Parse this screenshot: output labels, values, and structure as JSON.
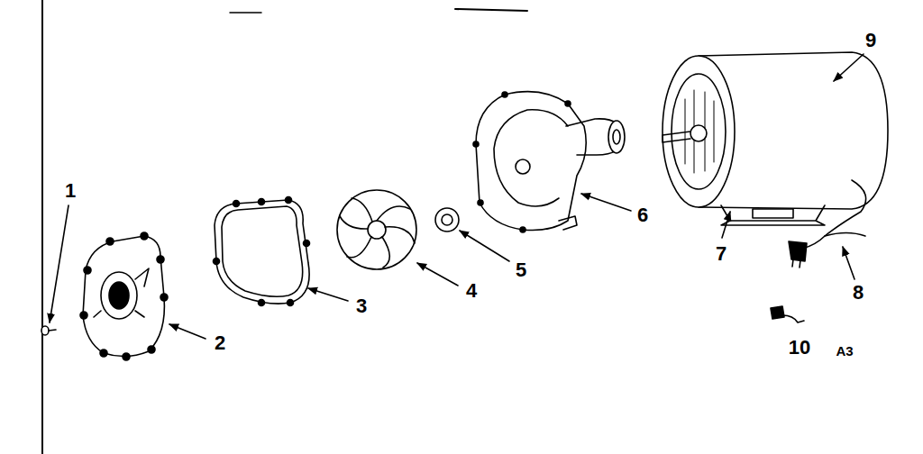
{
  "diagram": {
    "labels": [
      "1",
      "2",
      "3",
      "4",
      "5",
      "6",
      "7",
      "8",
      "9",
      "10",
      "A3"
    ]
  }
}
